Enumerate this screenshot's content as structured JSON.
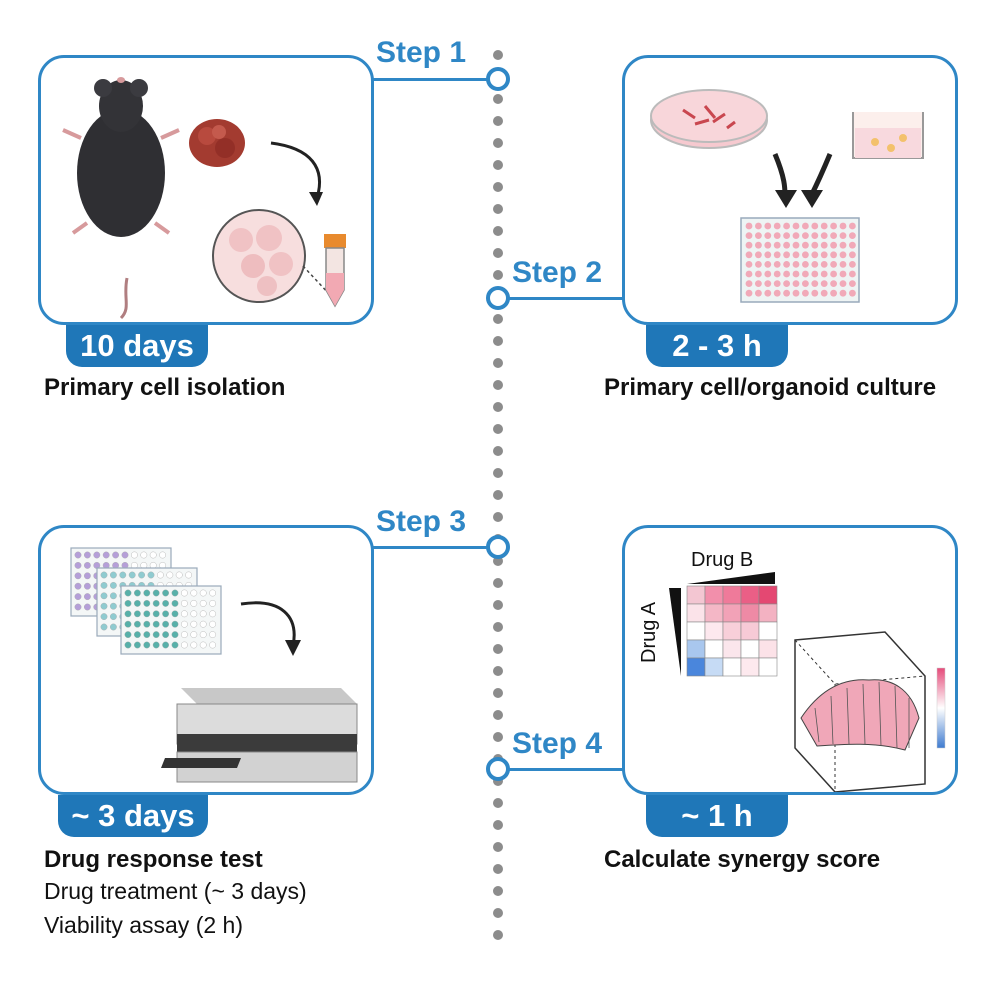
{
  "steps": [
    {
      "label": "Step 1",
      "duration": "10 days",
      "title": "Primary cell isolation"
    },
    {
      "label": "Step 2",
      "duration": "2 - 3 h",
      "title": "Primary cell/organoid culture"
    },
    {
      "label": "Step 3",
      "duration": "~ 3 days",
      "title": "Drug response test",
      "details": [
        "Drug treatment (~ 3 days)",
        "Viability assay (2 h)"
      ]
    },
    {
      "label": "Step 4",
      "duration": "~ 1 h",
      "title": "Calculate synergy score"
    }
  ],
  "heatmap": {
    "x_label": "Drug B",
    "y_label": "Drug A"
  },
  "colors": {
    "accent": "#2f87c6",
    "badge": "#1f77b8",
    "timeline_dots": "#8c8c8c"
  },
  "icons": [
    "mouse-icon",
    "tissue-icon",
    "cells-magnified-icon",
    "falcon-tube-icon",
    "petri-dish-icon",
    "organoid-well-icon",
    "well-plate-icon",
    "plate-reader-icon",
    "synergy-heatmap",
    "synergy-3d-surface"
  ]
}
